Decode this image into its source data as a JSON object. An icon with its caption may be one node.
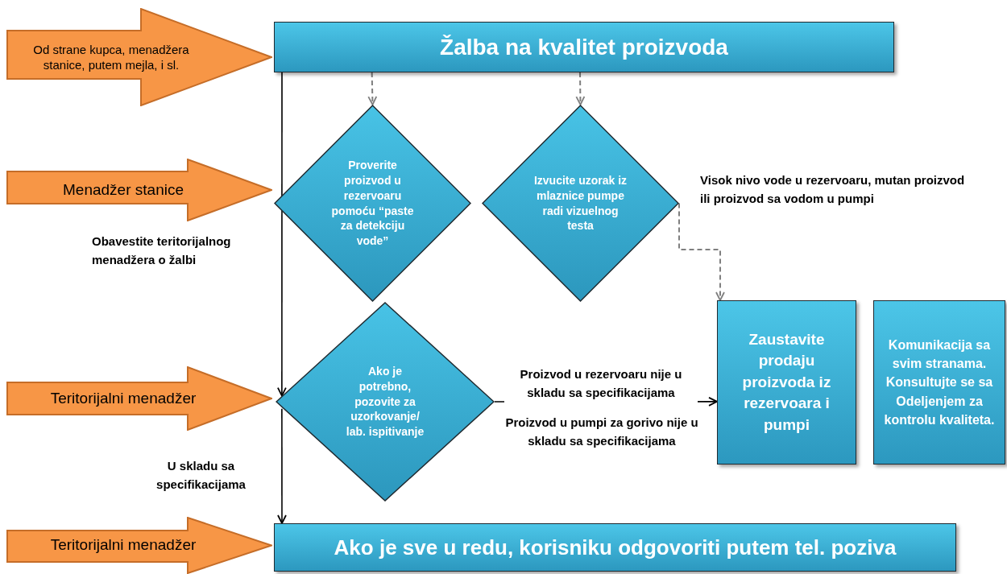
{
  "diagram": {
    "nodes": [
      {
        "text": [
          "Od strane kupca, menadžera stanice, putem mejla, i sl."
        ]
      },
      {
        "text": [
          "Žalba na kvalitet proizvoda"
        ]
      },
      {
        "text": [
          "Menadžer stanice"
        ]
      },
      {
        "text": [
          "Proverite proizvod u rezervoaru pomoću “paste za detekciju vode”"
        ]
      },
      {
        "text": [
          "Izvucite uzorak iz mlaznice pumpe radi vizuelnog testa"
        ]
      },
      {
        "text": [
          "Ako je potrebno, pozovite za uzorkovanje/ lab. ispitivanje"
        ]
      },
      {
        "text": [
          "Teritorijalni menadžer"
        ]
      },
      {
        "text": [
          "Zaustavite prodaju proizvoda iz rezervoara i pumpi"
        ]
      },
      {
        "text": [
          "Komunikacija sa svim stranama. Konsultujte se sa Odeljenjem za kontrolu kvaliteta."
        ]
      },
      {
        "text": [
          "Teritorijalni menadžer"
        ]
      },
      {
        "text": [
          "Ako je sve u redu, korisniku odgovoriti putem tel. poziva"
        ]
      }
    ],
    "edges": [
      {
        "from": 1,
        "to": 3,
        "arrow": "to",
        "style": "dashed",
        "color": "#7f7f7f"
      },
      {
        "from": 1,
        "to": 4,
        "arrow": "to",
        "style": "dashed",
        "color": "#7f7f7f"
      },
      {
        "from": 4,
        "to": 7,
        "arrow": "to",
        "style": "dashed",
        "color": "#7f7f7f",
        "label": "Visok nivo vode u rezervoaru, mutan proizvod ili proizvod sa vodom u pumpi"
      },
      {
        "from": 1,
        "to": 5,
        "arrow": "to",
        "color": "#000000",
        "label": "Obavestite teritorijalnog menadžera o žalbi"
      },
      {
        "from": 5,
        "to": 10,
        "arrow": "to",
        "color": "#000000",
        "label": "U skladu sa specifikacijama"
      },
      {
        "from": 5,
        "to": 7,
        "arrow": "to",
        "color": "#000000",
        "label": "Proizvod u rezervoaru nije u skladu sa specifikacijama"
      }
    ],
    "labels": [
      "Proizvod u pumpi za gorivo nije u skladu sa specifikacijama"
    ]
  }
}
